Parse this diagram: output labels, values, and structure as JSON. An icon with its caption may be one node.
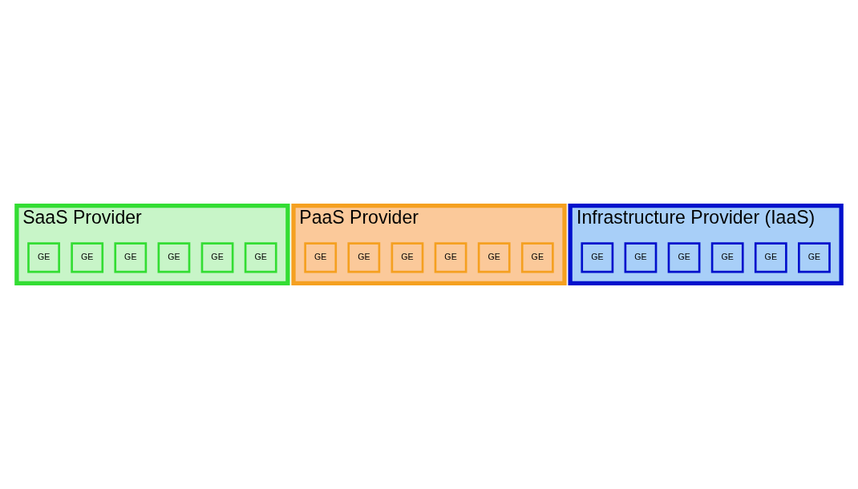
{
  "diagram": {
    "nodes": [
      {
        "text": [
          "SaaS Provider"
        ]
      },
      {
        "text": [
          "GE"
        ],
        "in": 0
      },
      {
        "text": [
          "GE"
        ],
        "in": 0
      },
      {
        "text": [
          "GE"
        ],
        "in": 0
      },
      {
        "text": [
          "GE"
        ],
        "in": 0
      },
      {
        "text": [
          "GE"
        ],
        "in": 0
      },
      {
        "text": [
          "GE"
        ],
        "in": 0
      },
      {
        "text": [
          "PaaS Provider"
        ]
      },
      {
        "text": [
          "GE"
        ],
        "in": 7
      },
      {
        "text": [
          "GE"
        ],
        "in": 7
      },
      {
        "text": [
          "GE"
        ],
        "in": 7
      },
      {
        "text": [
          "GE"
        ],
        "in": 7
      },
      {
        "text": [
          "GE"
        ],
        "in": 7
      },
      {
        "text": [
          "GE"
        ],
        "in": 7
      },
      {
        "text": [
          "Infrastructure Provider (IaaS)"
        ]
      },
      {
        "text": [
          "GE"
        ],
        "in": 14
      },
      {
        "text": [
          "GE"
        ],
        "in": 14
      },
      {
        "text": [
          "GE"
        ],
        "in": 14
      },
      {
        "text": [
          "GE"
        ],
        "in": 14
      },
      {
        "text": [
          "GE"
        ],
        "in": 14
      },
      {
        "text": [
          "GE"
        ],
        "in": 14
      }
    ],
    "edges": []
  }
}
